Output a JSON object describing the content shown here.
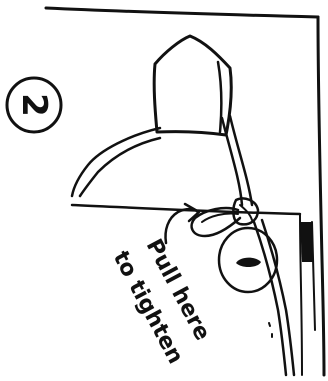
{
  "step": {
    "number": "2"
  },
  "annotation": {
    "line1": "Pull here",
    "line2": "to tighten"
  },
  "colors": {
    "ink": "#111111",
    "paper": "#ffffff"
  }
}
